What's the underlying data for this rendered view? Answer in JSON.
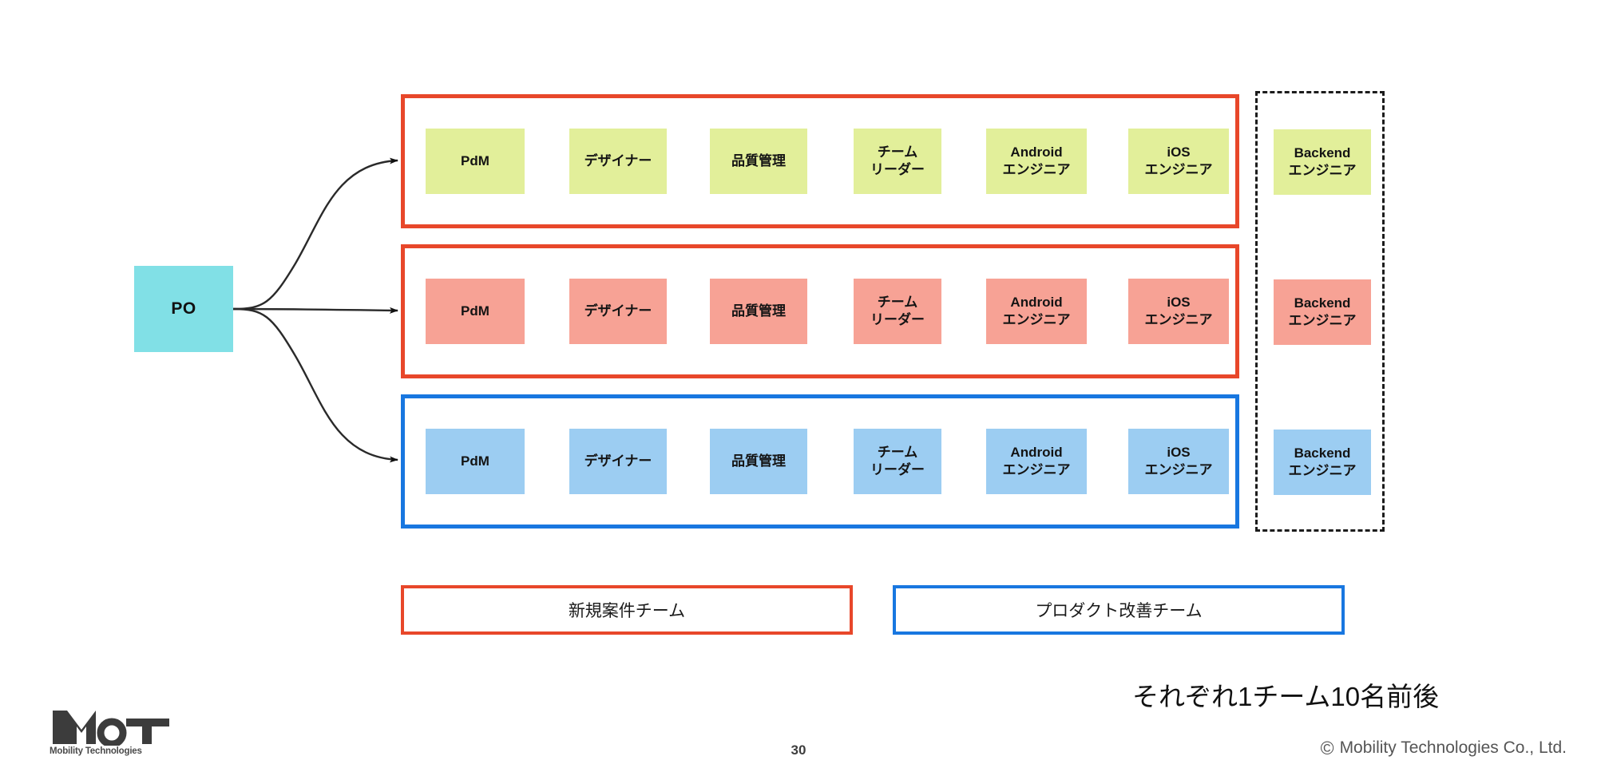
{
  "slide": {
    "page_number": "30",
    "annotation": "それぞれ1チーム10名前後",
    "copyright": "Mobility Technologies Co., Ltd.",
    "copyright_symbol": "©",
    "logo": {
      "mark": "MoT",
      "caption": "Mobility Technologies"
    }
  },
  "colors": {
    "po_fill": "#81E0E6",
    "green_fill": "#E2EF9A",
    "salmon_fill": "#F7A295",
    "blue_fill": "#9CCDF2",
    "red_border": "#E8472A",
    "blue_border": "#1877E0",
    "dashed_border": "#1c1c1c"
  },
  "po": {
    "label": "PO"
  },
  "roles": {
    "pdm": {
      "line1": "PdM"
    },
    "designer": {
      "line1": "デザイナー"
    },
    "quality": {
      "line1": "品質管理"
    },
    "team_leader": {
      "line1": "チーム",
      "line2": "リーダー"
    },
    "android": {
      "line1": "Android",
      "line2": "エンジニア"
    },
    "ios": {
      "line1": "iOS",
      "line2": "エンジニア"
    },
    "backend": {
      "line1": "Backend",
      "line2": "エンジニア"
    }
  },
  "teams": [
    {
      "id": "team-1",
      "border_color": "#E8472A",
      "fill": "#E2EF9A",
      "type": "new-project"
    },
    {
      "id": "team-2",
      "border_color": "#E8472A",
      "fill": "#F7A295",
      "type": "new-project"
    },
    {
      "id": "team-3",
      "border_color": "#1877E0",
      "fill": "#9CCDF2",
      "type": "product-improvement"
    }
  ],
  "legend": {
    "new_project": "新規案件チーム",
    "product_improvement": "プロダクト改善チーム"
  }
}
